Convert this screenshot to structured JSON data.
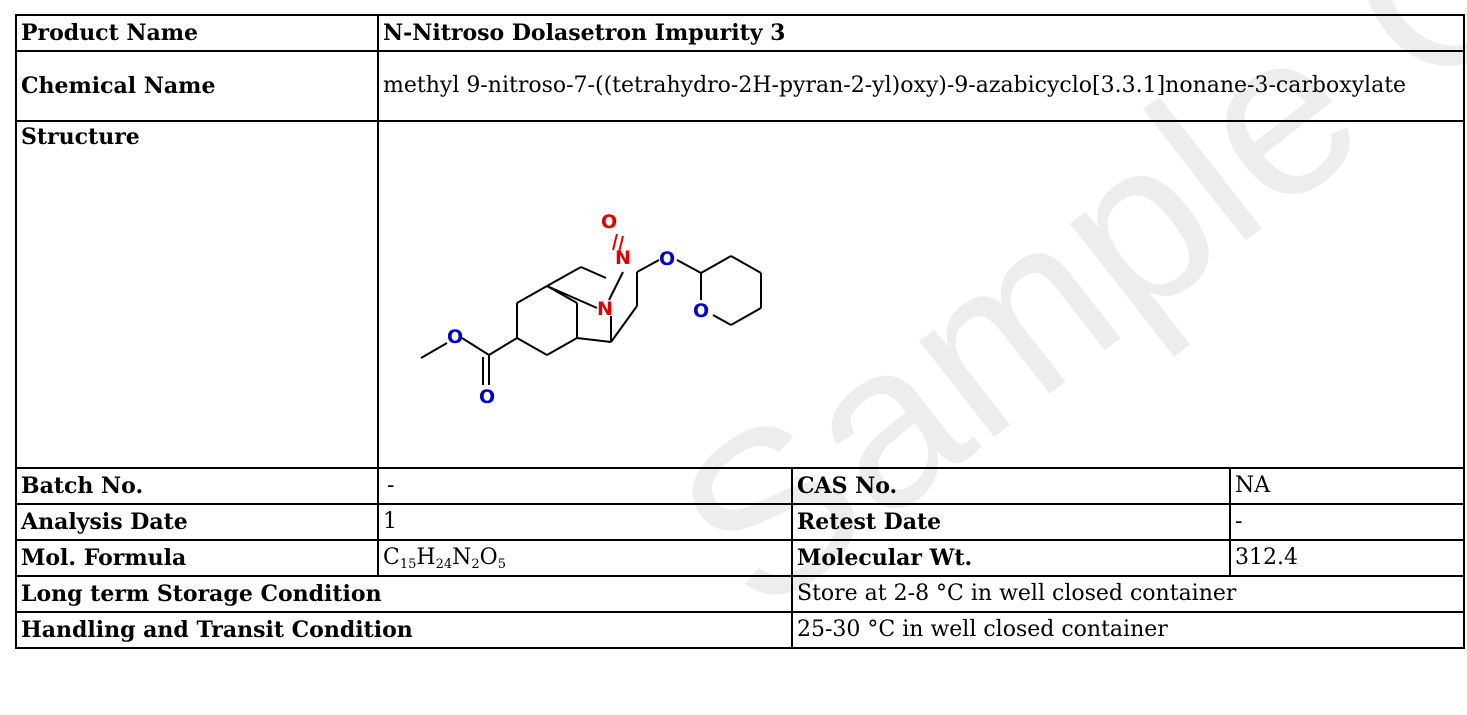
{
  "product": {
    "label": "Product Name",
    "value": "N-Nitroso Dolasetron Impurity 3"
  },
  "chemical": {
    "label": "Chemical Name",
    "value": "methyl 9-nitroso-7-((tetrahydro-2H-pyran-2-yl)oxy)-9-azabicyclo[3.3.1]nonane-3-carboxylate"
  },
  "structure": {
    "label": "Structure",
    "atoms": {
      "o_nitroso": "O",
      "n_nitroso": "N",
      "n_bridge": "N",
      "o_ether": "O",
      "o_pyran": "O",
      "o_ester": "O",
      "o_carbonyl": "O"
    },
    "colors": {
      "oxygen": "#0000cc",
      "nitroso": "#e00000",
      "bond": "#000000"
    }
  },
  "batch": {
    "label": "Batch No.",
    "value": "-"
  },
  "cas": {
    "label": "CAS No.",
    "value": "NA"
  },
  "analysis": {
    "label": "Analysis Date",
    "value": "1"
  },
  "retest": {
    "label": "Retest Date",
    "value": "-"
  },
  "formula": {
    "label": "Mol. Formula",
    "parts": [
      {
        "el": "C",
        "n": "15"
      },
      {
        "el": "H",
        "n": "24"
      },
      {
        "el": "N",
        "n": "2"
      },
      {
        "el": "O",
        "n": "5"
      }
    ]
  },
  "molwt": {
    "label": "Molecular Wt.",
    "value": "312.4"
  },
  "storage": {
    "label": "Long term Storage Condition",
    "value": "Store at 2-8 °C in well closed container"
  },
  "handling": {
    "label": "Handling and Transit Condition",
    "value": "25-30 °C in well closed container"
  },
  "watermark": {
    "text": "Sample COA",
    "color": "#ececec"
  }
}
